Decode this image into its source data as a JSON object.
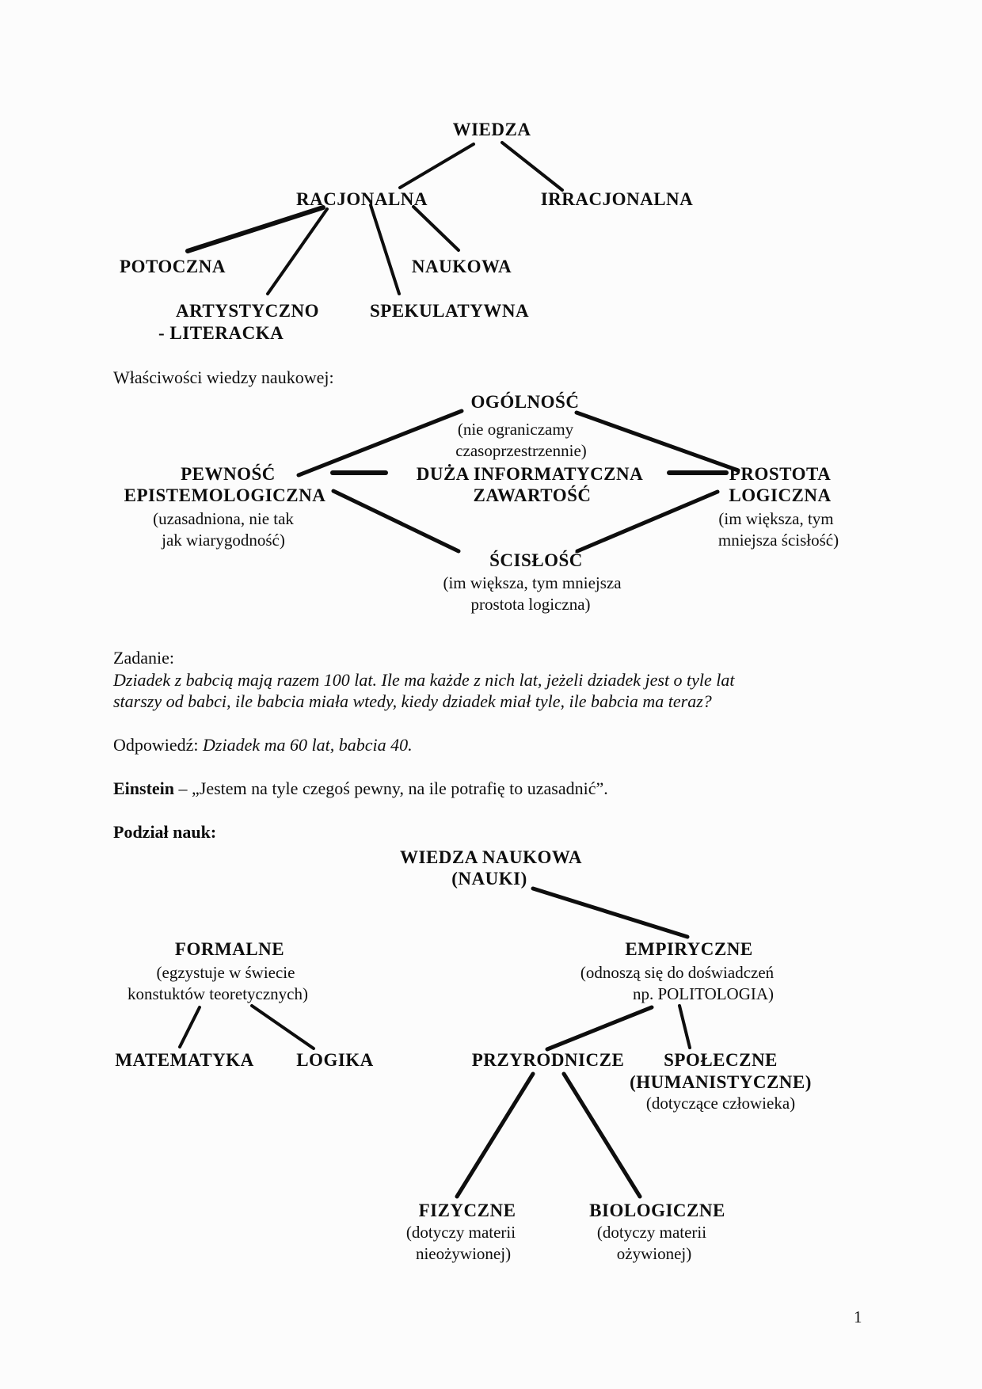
{
  "top_diagram": {
    "wiedza": "WIEDZA",
    "racjonalna": "RACJONALNA",
    "irracjonalna": "IRRACJONALNA",
    "potoczna": "POTOCZNA",
    "naukowa": "NAUKOWA",
    "artystyczno_line1": "ARTYSTYCZNO",
    "artystyczno_line2": "- LITERACKA",
    "spekulatywna": "SPEKULATYWNA"
  },
  "properties_section": {
    "heading": "Właściwości wiedzy naukowej:",
    "ogolnosc": {
      "label": "OGÓLNOŚĆ",
      "note_line1": "(nie ograniczamy",
      "note_line2": "czasoprzestrzennie)"
    },
    "pewnosc": {
      "label_line1": "PEWNOŚĆ",
      "label_line2": "EPISTEMOLOGICZNA",
      "note_line1": "(uzasadniona, nie tak",
      "note_line2": "jak wiarygodność)"
    },
    "duza": {
      "label_line1": "DUŻA INFORMATYCZNA",
      "label_line2": "ZAWARTOŚĆ"
    },
    "prostota": {
      "label_line1": "PROSTOTA",
      "label_line2": "LOGICZNA",
      "note_line1": "(im większa, tym",
      "note_line2": "mniejsza ścisłość)"
    },
    "scislosc": {
      "label": "ŚCISŁOŚĆ",
      "note_line1": "(im większa, tym mniejsza",
      "note_line2": "prostota logiczna)"
    }
  },
  "task_section": {
    "heading": "Zadanie:",
    "task_line1": "Dziadek z babcią mają razem 100 lat. Ile ma każde z nich lat, jeżeli dziadek jest o tyle lat",
    "task_line2": "starszy od babci, ile babcia miała wtedy, kiedy dziadek miał tyle, ile babcia ma teraz?",
    "answer_label": "Odpowiedź:",
    "answer_text": "Dziadek ma 60 lat, babcia 40.",
    "quote_author": "Einstein",
    "quote_text": "– „Jestem na tyle czegoś pewny, na ile potrafię to uzasadnić”."
  },
  "division_section": {
    "heading": "Podział nauk:",
    "root_line1": "WIEDZA NAUKOWA",
    "root_line2": "(NAUKI)",
    "formalne": {
      "label": "FORMALNE",
      "note_line1": "(egzystuje w świecie",
      "note_line2": "konstuktów teoretycznych)"
    },
    "empiryczne": {
      "label": "EMPIRYCZNE",
      "note_line1": "(odnoszą się do doświadczeń",
      "note_line2": "np. POLITOLOGIA)"
    },
    "matematyka": "MATEMATYKA",
    "logika": "LOGIKA",
    "przyrodnicze": "PRZYRODNICZE",
    "spoleczne": {
      "label": "SPOŁECZNE",
      "label_line2": "(HUMANISTYCZNE)",
      "note": "(dotyczące człowieka)"
    },
    "fizyczne": {
      "label": "FIZYCZNE",
      "note_line1": "(dotyczy materii",
      "note_line2": "nieożywionej)"
    },
    "biologiczne": {
      "label": "BIOLOGICZNE",
      "note_line1": "(dotyczy materii",
      "note_line2": "ożywionej)"
    }
  },
  "page_number": "1",
  "colors": {
    "ink": "#0e0e0e",
    "paper": "#fcfcfc"
  }
}
